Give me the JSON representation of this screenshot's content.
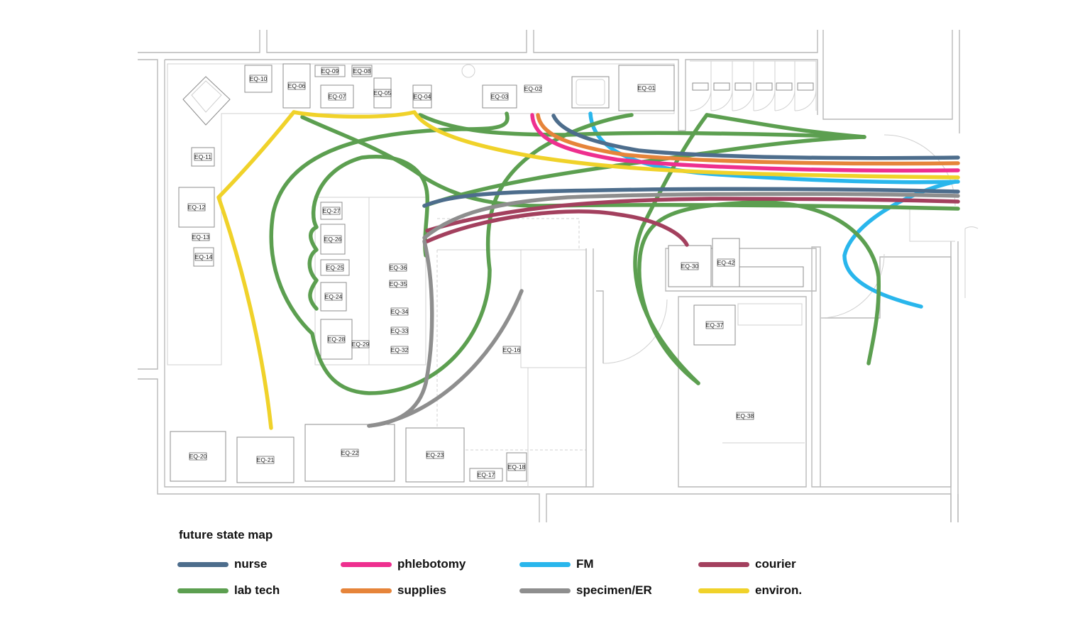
{
  "legend": {
    "title": "future state map",
    "items": [
      {
        "key": "nurse",
        "label": "nurse",
        "color": "#4d6d8c"
      },
      {
        "key": "phlebotomy",
        "label": "phlebotomy",
        "color": "#ee2f8f"
      },
      {
        "key": "fm",
        "label": "FM",
        "color": "#29b6ec"
      },
      {
        "key": "courier",
        "label": "courier",
        "color": "#a3405e"
      },
      {
        "key": "labtech",
        "label": "lab tech",
        "color": "#5c9f50"
      },
      {
        "key": "supplies",
        "label": "supplies",
        "color": "#e6843a"
      },
      {
        "key": "specimen",
        "label": "specimen/ER",
        "color": "#8e8e8e"
      },
      {
        "key": "environ",
        "label": "environ.",
        "color": "#f0d22a"
      }
    ]
  },
  "equipment": [
    "EQ-01",
    "EQ-02",
    "EQ-03",
    "EQ-04",
    "EQ-05",
    "EQ-06",
    "EQ-07",
    "EQ-08",
    "EQ-09",
    "EQ-10",
    "EQ-11",
    "EQ-12",
    "EQ-13",
    "EQ-14",
    "EQ-16",
    "EQ-17",
    "EQ-18",
    "EQ-20",
    "EQ-21",
    "EQ-22",
    "EQ-23",
    "EQ-24",
    "EQ-25",
    "EQ-26",
    "EQ-27",
    "EQ-28",
    "EQ-29",
    "EQ-30",
    "EQ-32",
    "EQ-33",
    "EQ-34",
    "EQ-35",
    "EQ-36",
    "EQ-37",
    "EQ-38",
    "EQ-42"
  ]
}
